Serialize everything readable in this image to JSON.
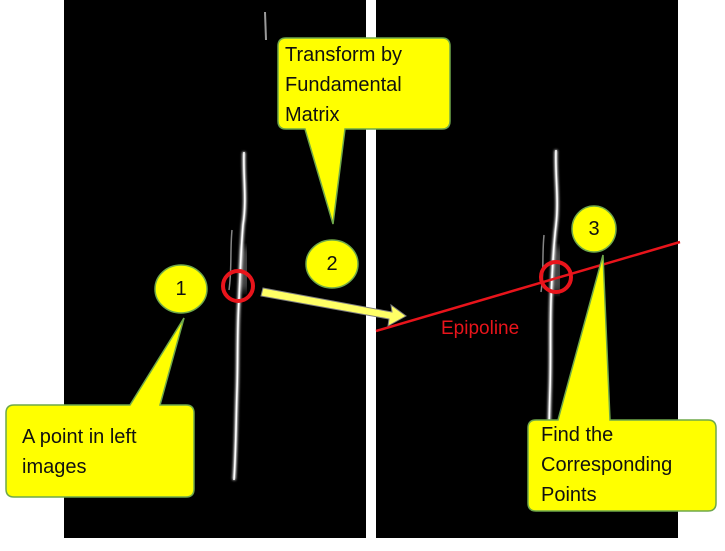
{
  "callouts": {
    "transform": {
      "lines": [
        "Transform by",
        "Fundamental",
        "Matrix"
      ]
    },
    "left_point": {
      "lines": [
        "A point in left",
        "images"
      ]
    },
    "find": {
      "lines": [
        "Find the",
        "Corresponding",
        "Points"
      ]
    }
  },
  "markers": {
    "one": "1",
    "two": "2",
    "three": "3"
  },
  "epipoline_label": "Epipoline",
  "colors": {
    "callout_fill": "#ffff00",
    "callout_border": "#6fa84a",
    "epipoline": "#e8141b",
    "marker_circle": "#e8141b",
    "arrow_fill": "#ffff66",
    "image_background": "#000000",
    "divider": "#ffffff"
  }
}
